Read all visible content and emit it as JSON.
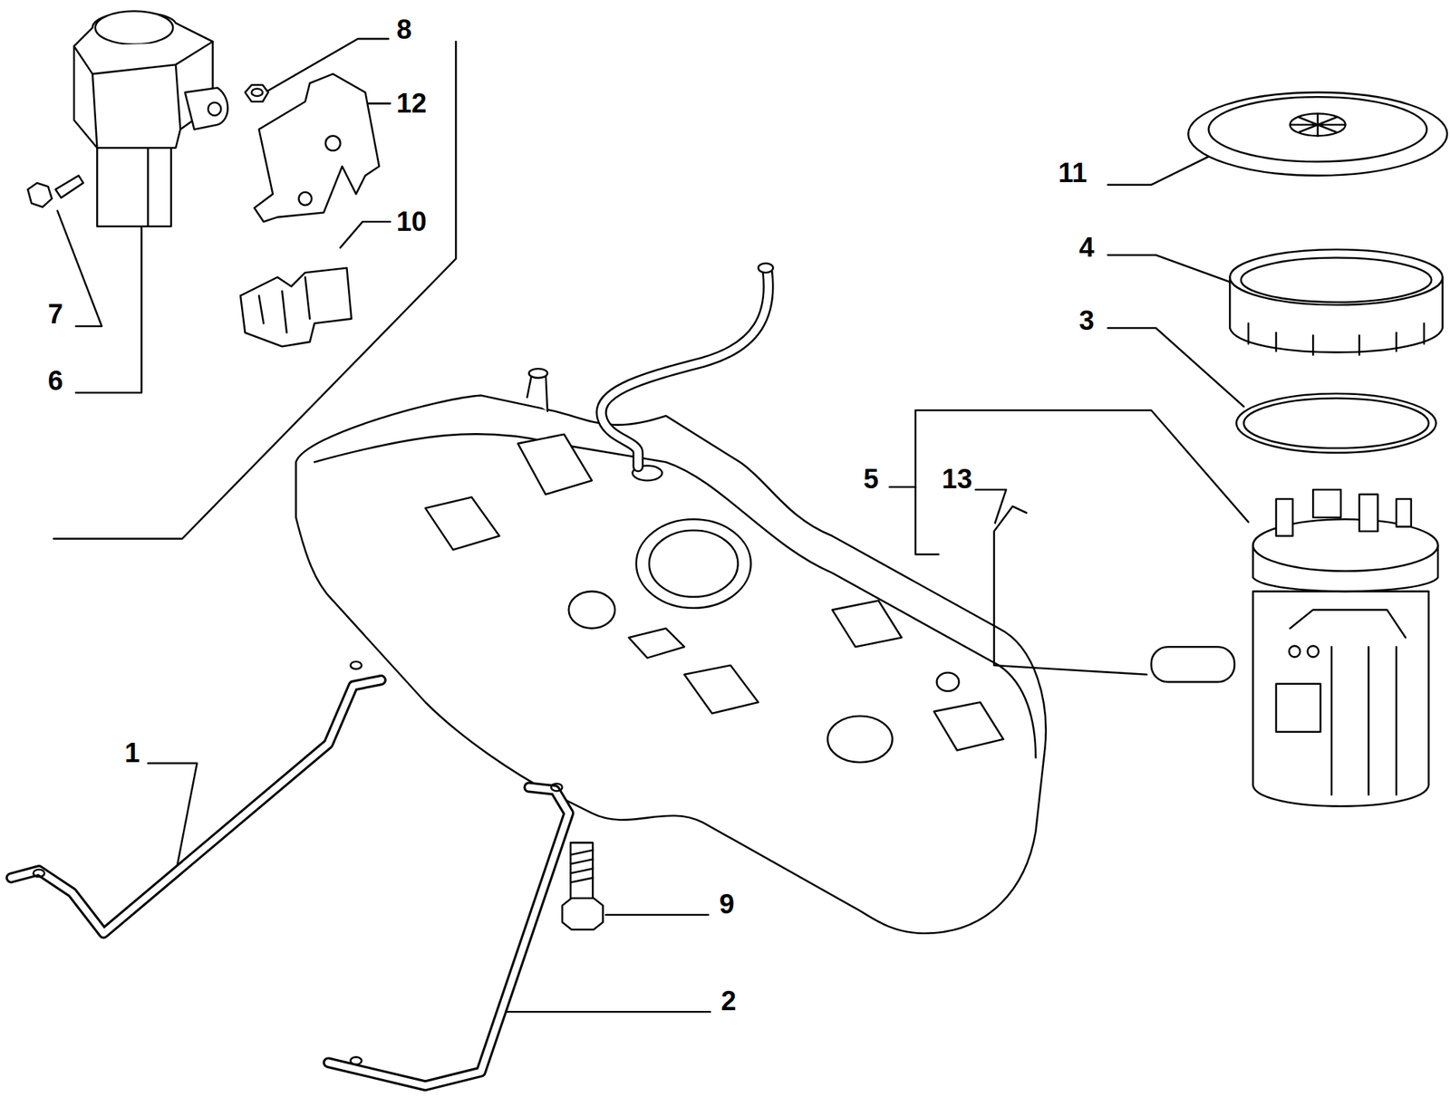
{
  "diagram": {
    "labels": [
      "8",
      "12",
      "10",
      "7",
      "6",
      "11",
      "4",
      "3",
      "5",
      "13",
      "1",
      "9",
      "2"
    ]
  }
}
